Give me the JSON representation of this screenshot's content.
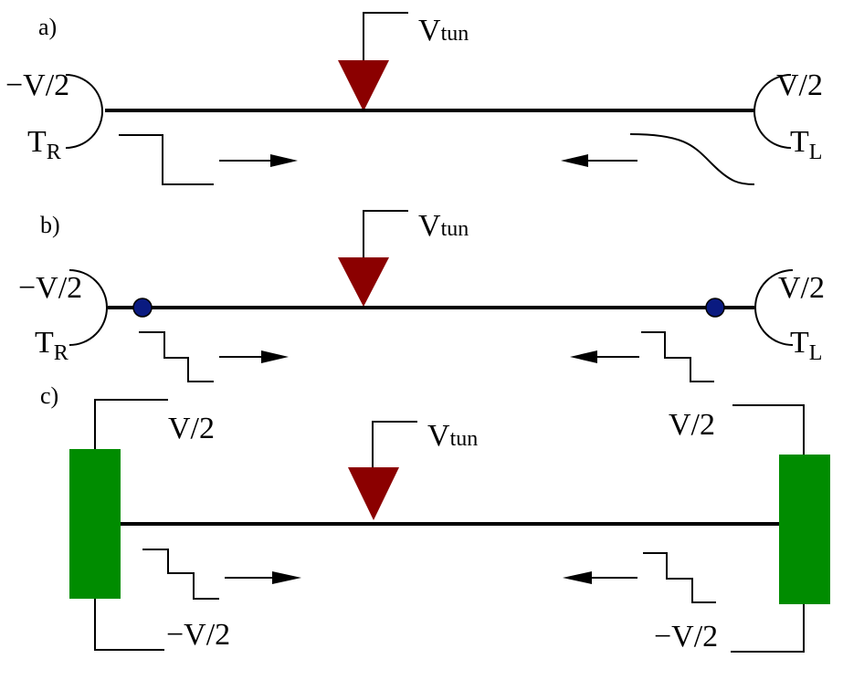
{
  "panel_a": {
    "label": "a)",
    "probe": "V",
    "probe_sub": "tun",
    "left_voltage": "−V/2",
    "left_temp": "T",
    "left_temp_sub": "R",
    "right_voltage": "V/2",
    "right_temp": "T",
    "right_temp_sub": "L"
  },
  "panel_b": {
    "label": "b)",
    "probe": "V",
    "probe_sub": "tun",
    "left_voltage": "−V/2",
    "left_temp": "T",
    "left_temp_sub": "R",
    "right_voltage": "V/2",
    "right_temp": "T",
    "right_temp_sub": "L"
  },
  "panel_c": {
    "label": "c)",
    "probe": "V",
    "probe_sub": "tun",
    "left_top_voltage": "V/2",
    "left_bottom_voltage": "−V/2",
    "right_top_voltage": "V/2",
    "right_bottom_voltage": "−V/2"
  },
  "colors": {
    "probe_triangle": "#8b0000",
    "impurity_dot": "#0a1a80",
    "reservoir": "#008c00",
    "line": "#000000"
  }
}
